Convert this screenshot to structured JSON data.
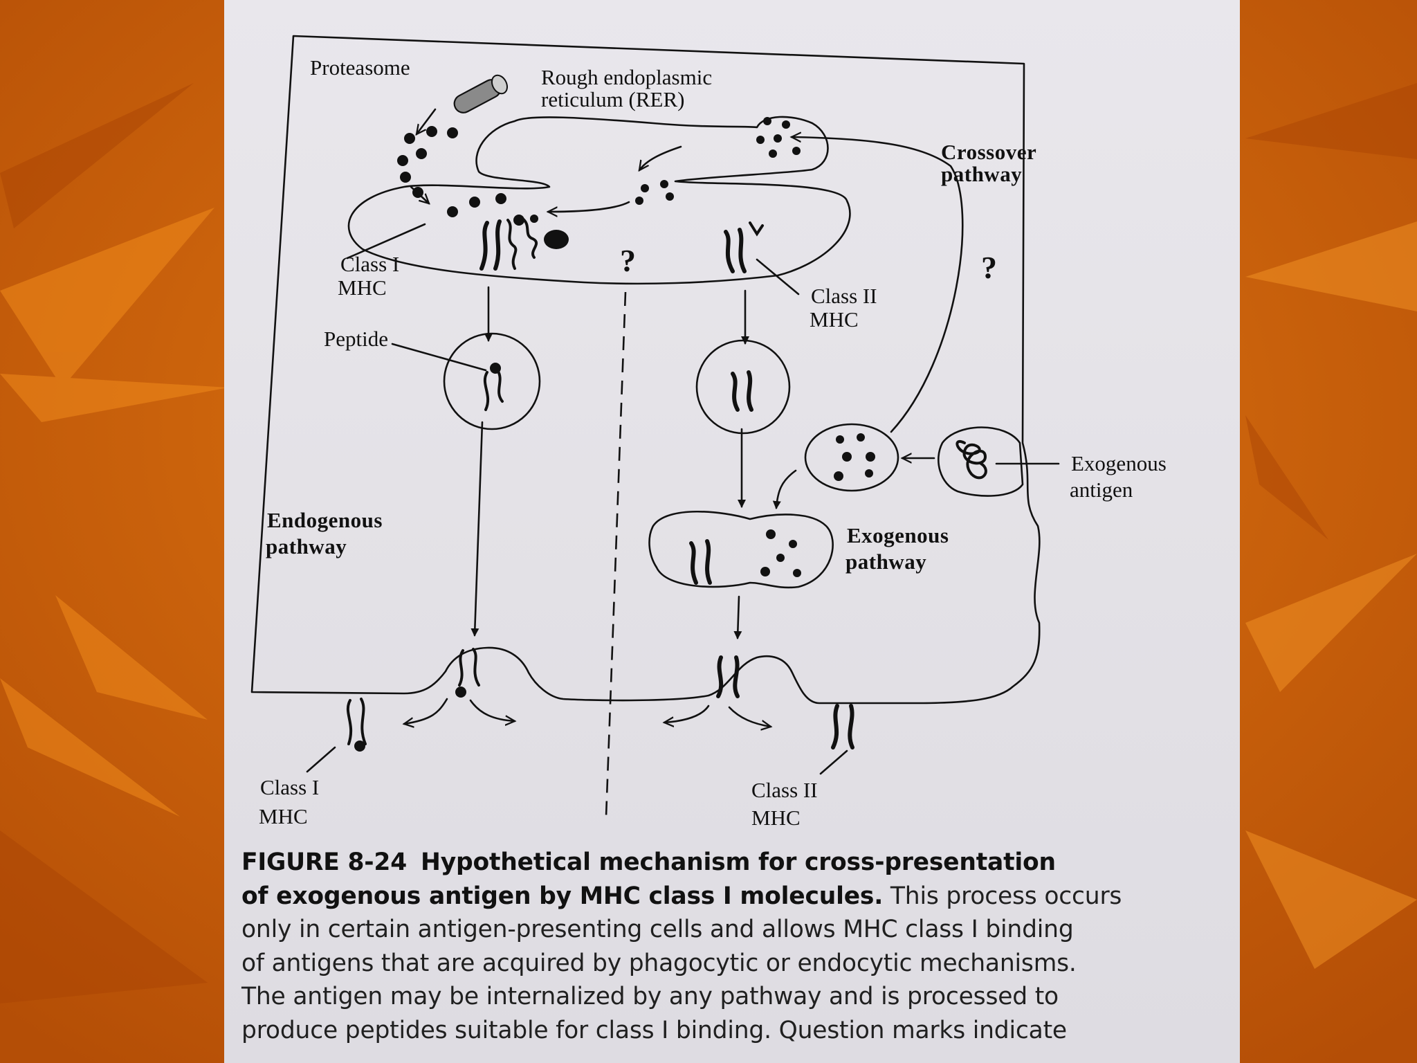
{
  "figure": {
    "labels": {
      "proteasome": "Proteasome",
      "rer_line1": "Rough endoplasmic",
      "rer_line2": "reticulum (RER)",
      "crossover_line1": "Crossover",
      "crossover_line2": "pathway",
      "class1_top_line1": "Class I",
      "class1_top_line2": "MHC",
      "class2_top_line1": "Class II",
      "class2_top_line2": "MHC",
      "peptide": "Peptide",
      "endogenous_line1": "Endogenous",
      "endogenous_line2": "pathway",
      "exogenous_antigen_line1": "Exogenous",
      "exogenous_antigen_line2": "antigen",
      "exogenous_pathway_line1": "Exogenous",
      "exogenous_pathway_line2": "pathway",
      "class1_bottom_line1": "Class I",
      "class1_bottom_line2": "MHC",
      "class2_bottom_line1": "Class II",
      "class2_bottom_line2": "MHC",
      "question_mark": "?"
    }
  },
  "caption": {
    "figure_number": "FIGURE 8-24",
    "title_line1": "Hypothetical mechanism for cross-presentation",
    "title_line2": "of exogenous antigen by MHC class I molecules.",
    "body_line2": "This process occurs",
    "body_line3": "only in certain antigen-presenting cells and allows MHC class I binding",
    "body_line4": "of antigens that are acquired by phagocytic or endocytic mechanisms.",
    "body_line5": "The antigen may be internalized by any pathway and is processed to",
    "body_line6": "produce peptides suitable for class I binding. Question marks indicate"
  },
  "colors": {
    "background_orange": "#c85c0a",
    "page": "#e6e4e9",
    "ink": "#111111"
  }
}
